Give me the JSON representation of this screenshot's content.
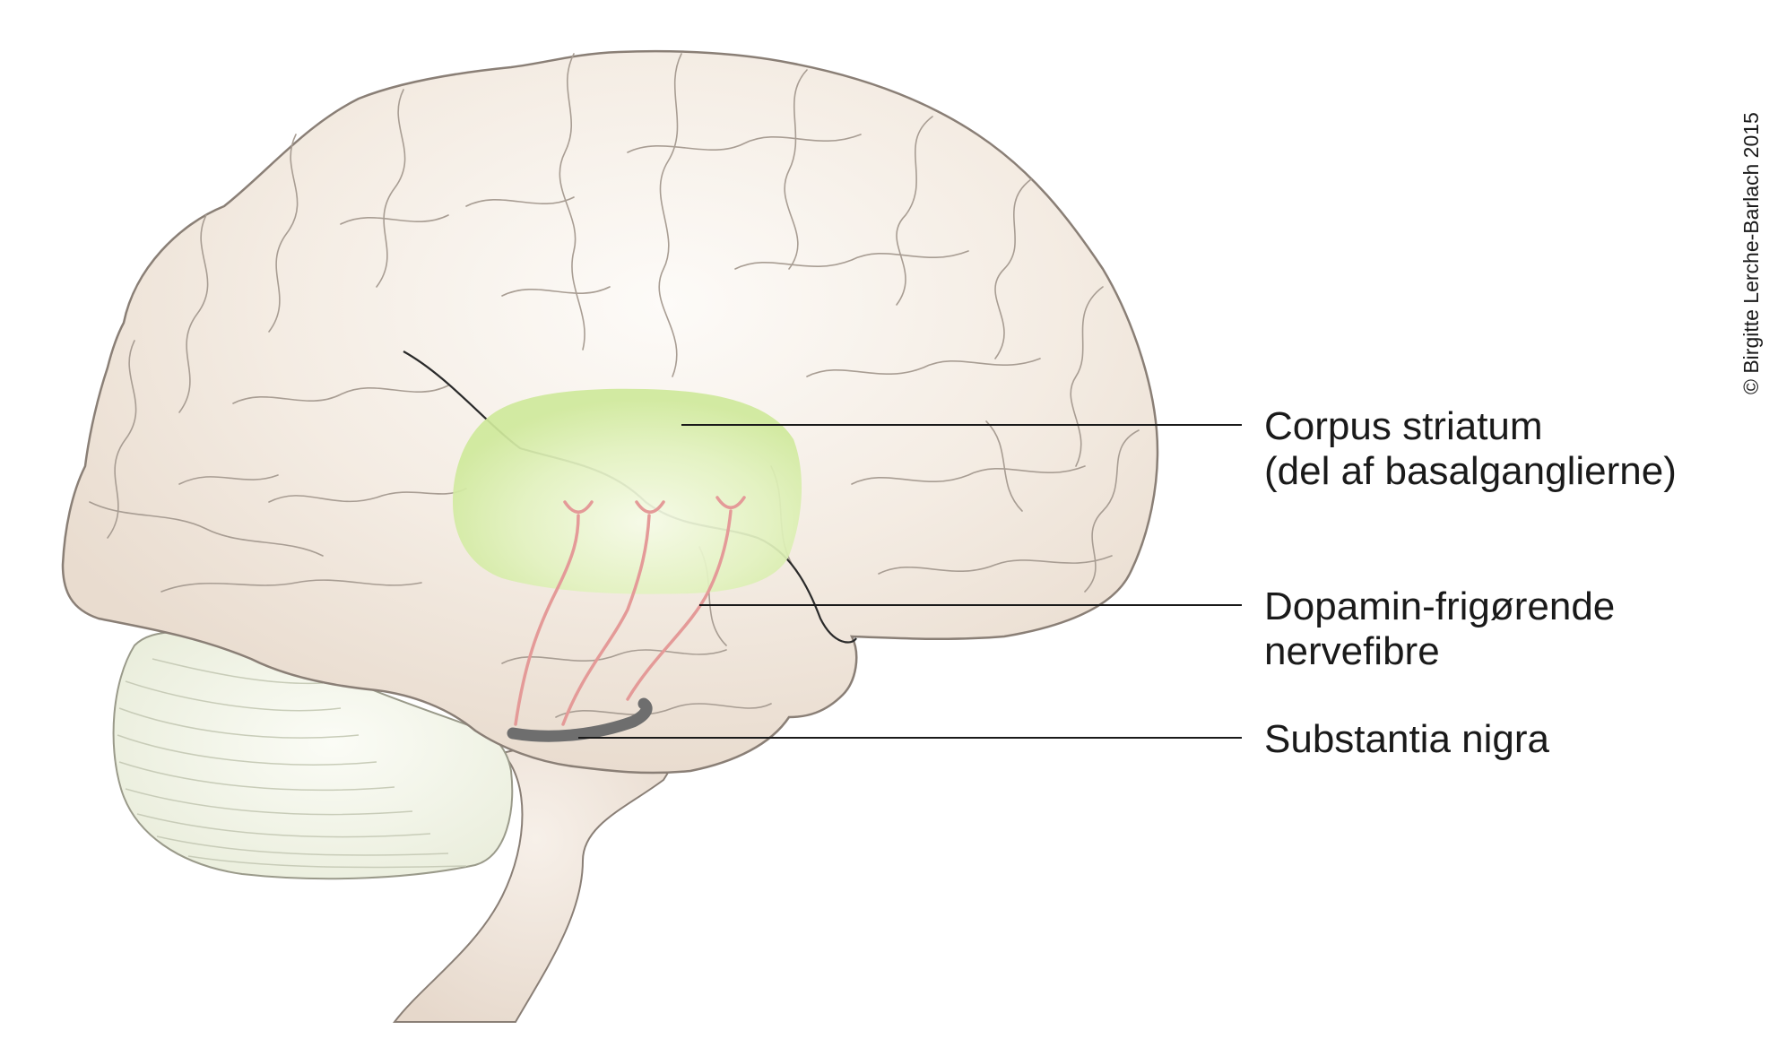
{
  "labels": {
    "corpus_striatum": {
      "line1": "Corpus striatum",
      "line2": "(del af basalganglierne)"
    },
    "dopamine_fibres": {
      "line1": "Dopamin-frigørende",
      "line2": "nervefibre"
    },
    "substantia_nigra": {
      "line1": "Substantia nigra"
    }
  },
  "copyright": "© Birgitte Lerche-Barlach 2015",
  "colors": {
    "brain_fill": "#efe3d8",
    "brain_highlight": "#faf6f1",
    "brain_outline": "#8a7f76",
    "cerebellum_fill": "#eff2e4",
    "striatum_fill": "#d4eca6",
    "nerve_fibre": "#e9a0a0",
    "substantia_nigra": "#707070",
    "leader_line": "#1a1a1a"
  }
}
